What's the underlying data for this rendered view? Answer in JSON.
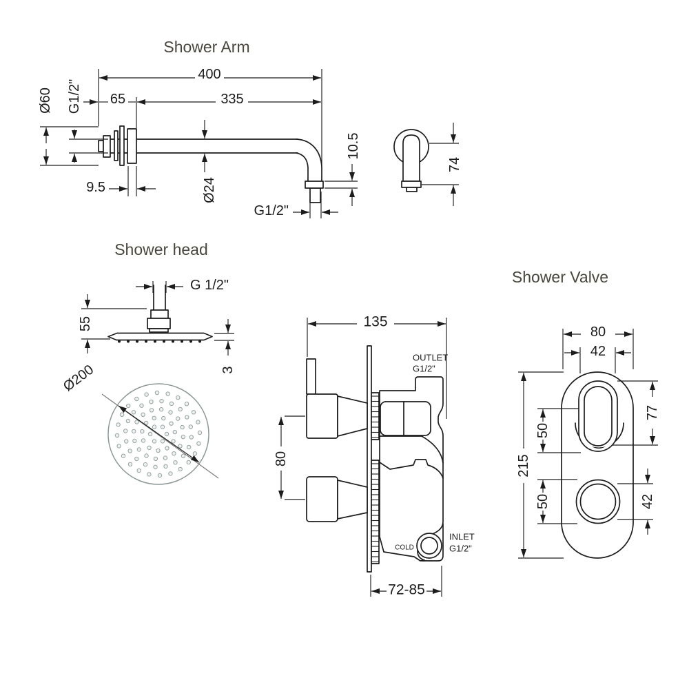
{
  "drawing": {
    "background": "#ffffff",
    "line_color": "#1c1c1c",
    "title_color": "#49463e",
    "sections": {
      "arm": {
        "title": "Shower Arm",
        "dim_total_length": "400",
        "dim_wall_offset": "65",
        "dim_arm_length": "335",
        "dim_flange_diameter": "Ø60",
        "dim_wall_thread": "G1/2\"",
        "dim_flange_depth": "9.5",
        "dim_tube_diameter": "Ø24",
        "dim_drop_height": "10.5",
        "dim_outlet_thread": "G1/2\"",
        "dim_side_height": "74"
      },
      "head": {
        "title": "Shower head",
        "dim_thread": "G 1/2\"",
        "dim_height": "55",
        "dim_plate_thickness": "3",
        "dim_diameter": "Ø200"
      },
      "valve": {
        "title": "Shower Valve",
        "side_view": {
          "dim_width": "135",
          "dim_handle_spacing": "80",
          "label_outlet": "OUTLET",
          "label_outlet_thread": "G1/2\"",
          "label_cold": "COLD",
          "label_inlet": "INLET",
          "label_inlet_thread": "G1/2\"",
          "dim_depth_range": "72-85"
        },
        "front_view": {
          "dim_plate_width": "80",
          "dim_handle_width": "42",
          "dim_plate_height": "215",
          "dim_top_handle_offset": "50",
          "dim_bottom_knob_offset": "50",
          "dim_handle_height": "77",
          "dim_knob_diameter": "42"
        }
      }
    }
  }
}
